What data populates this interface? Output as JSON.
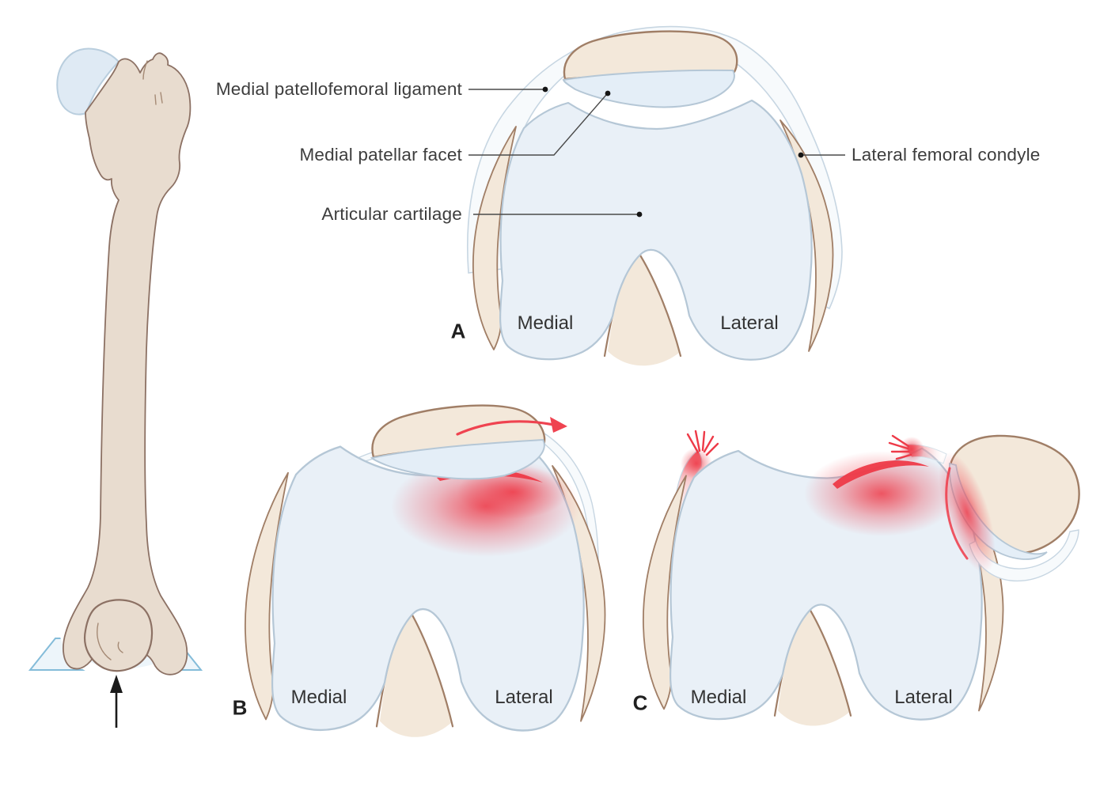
{
  "figure": {
    "type": "medical-illustration",
    "subject": "patellar dislocation axial views with femur orientation key"
  },
  "colors": {
    "cartilage_fill": "#e9f0f7",
    "cartilage_stroke": "#b5c7d6",
    "bone_fill": "#f3e8da",
    "bone_stroke": "#a07e66",
    "femur_fill": "#e8dccf",
    "femur_stroke": "#8c7164",
    "ligament_fill": "#f7fafc",
    "ligament_stroke": "#c7d6e2",
    "injury_red": "#ee3a48",
    "arrow_red": "#ef4350",
    "leader_line": "#4a4a4a",
    "plane_stroke": "#84bcd9",
    "plane_fill": "#edf5fa",
    "text": "#3d3d3d"
  },
  "annotations": [
    {
      "text": "Medial patellofemoral ligament"
    },
    {
      "text": "Medial patellar facet"
    },
    {
      "text": "Articular cartilage"
    },
    {
      "text": "Lateral femoral condyle"
    }
  ],
  "panels": [
    {
      "letter": "A",
      "left_label": "Medial",
      "right_label": "Lateral"
    },
    {
      "letter": "B",
      "left_label": "Medial",
      "right_label": "Lateral"
    },
    {
      "letter": "C",
      "left_label": "Medial",
      "right_label": "Lateral"
    }
  ]
}
